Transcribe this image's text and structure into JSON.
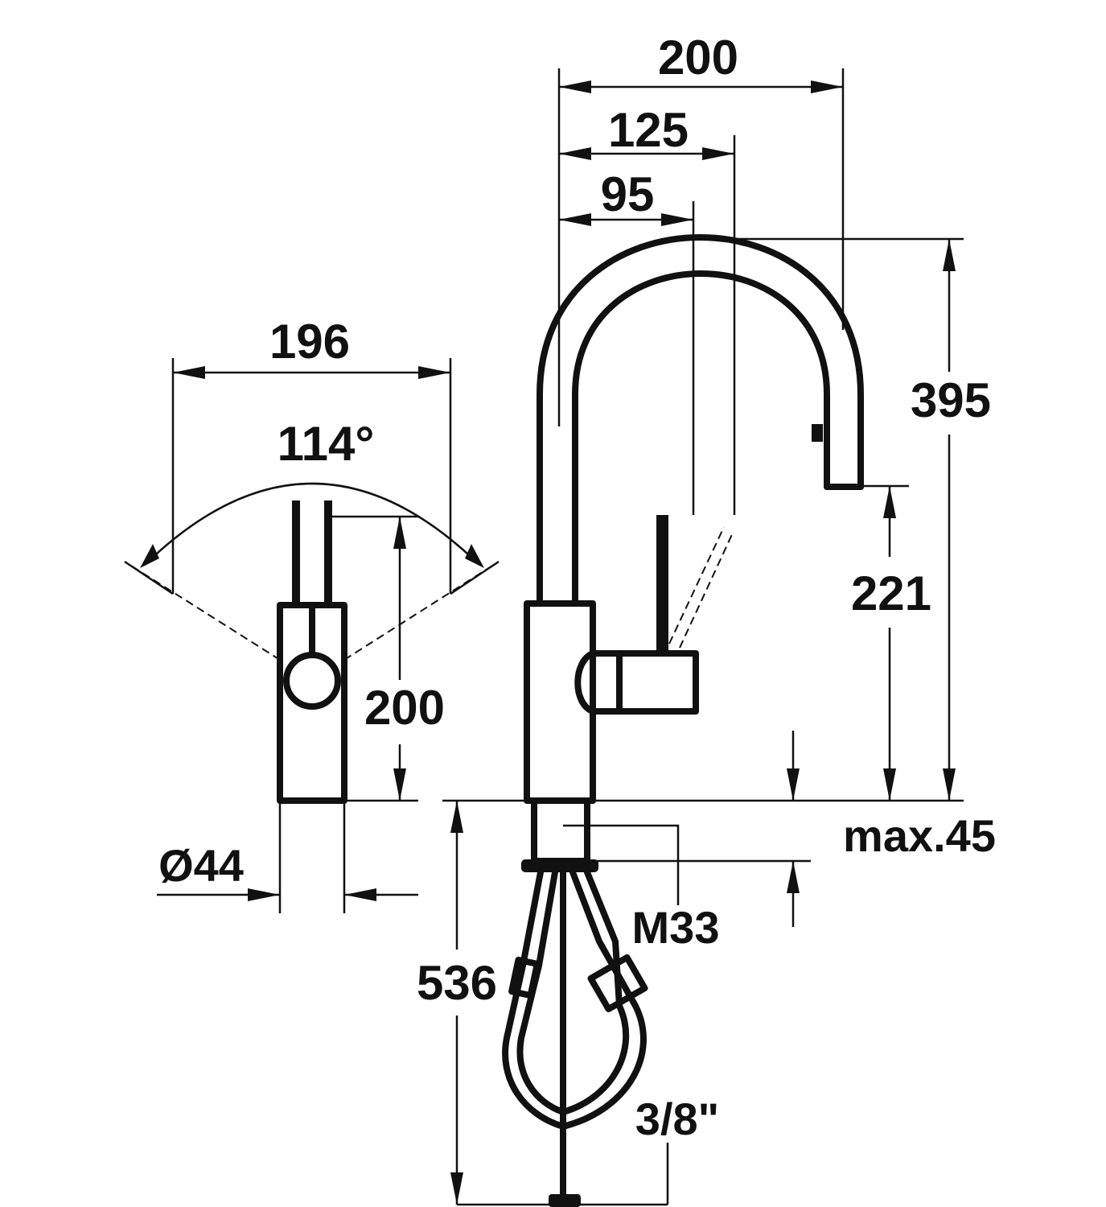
{
  "dimensions": {
    "top_width_200": "200",
    "top_width_125": "125",
    "top_width_95": "95",
    "height_395": "395",
    "height_221": "221",
    "max_45": "max.45",
    "thread_m33": "M33",
    "hose_536": "536",
    "hose_3_8": "3/8\"",
    "side_width_196": "196",
    "swivel_angle": "114°",
    "side_height_200": "200",
    "diameter_44": "Ø44"
  },
  "colors": {
    "line": "#111111",
    "background": "#ffffff"
  }
}
